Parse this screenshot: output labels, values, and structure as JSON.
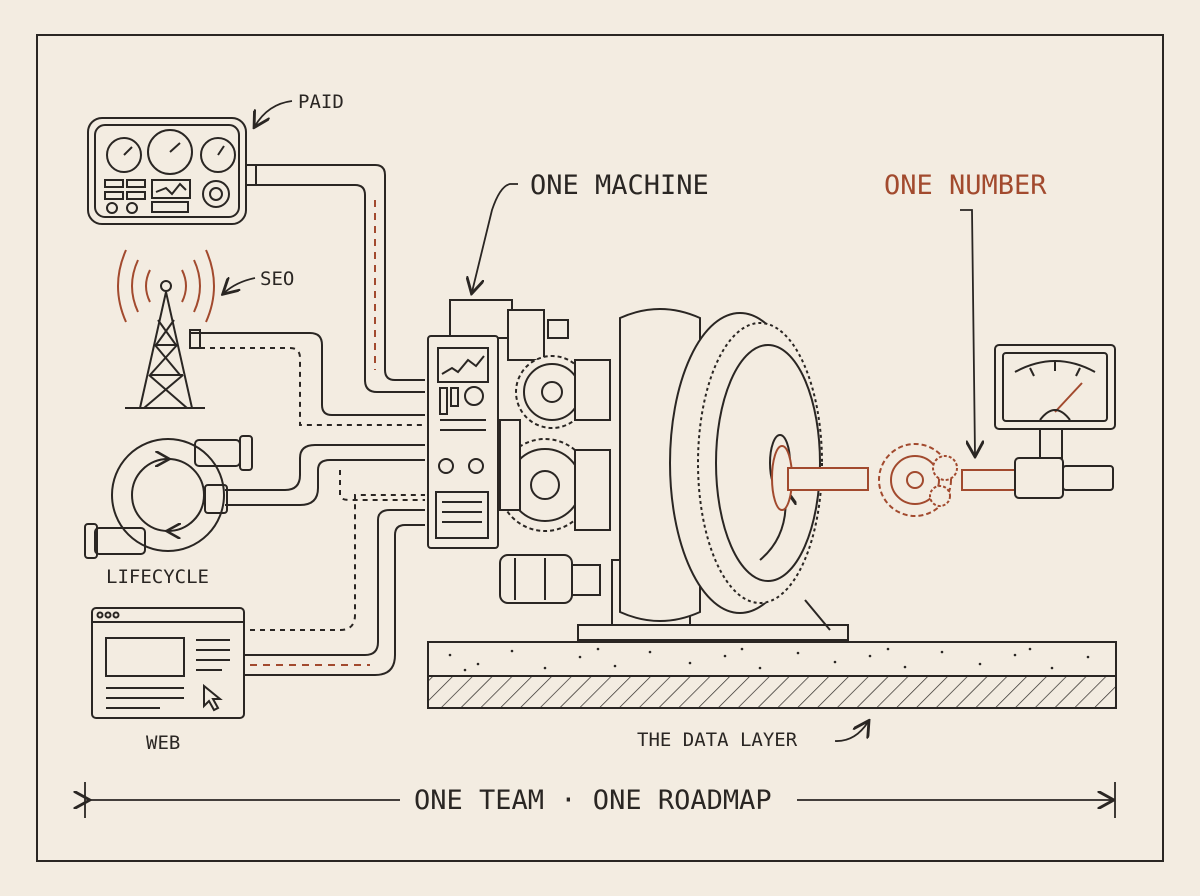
{
  "labels": {
    "paid": "PAID",
    "seo": "SEO",
    "lifecycle": "LIFECYCLE",
    "web": "WEB",
    "machine": "ONE MACHINE",
    "number": "ONE NUMBER",
    "data_layer": "THE DATA LAYER",
    "footer": "ONE TEAM · ONE ROADMAP"
  },
  "colors": {
    "background": "#f3ece1",
    "ink": "#2a2623",
    "accent": "#a24a2e"
  },
  "icons": [
    "dashboard-icon",
    "radio-tower-icon",
    "cycle-pump-icon",
    "browser-window-icon",
    "gauge-icon",
    "gear-icon",
    "flywheel-icon"
  ]
}
